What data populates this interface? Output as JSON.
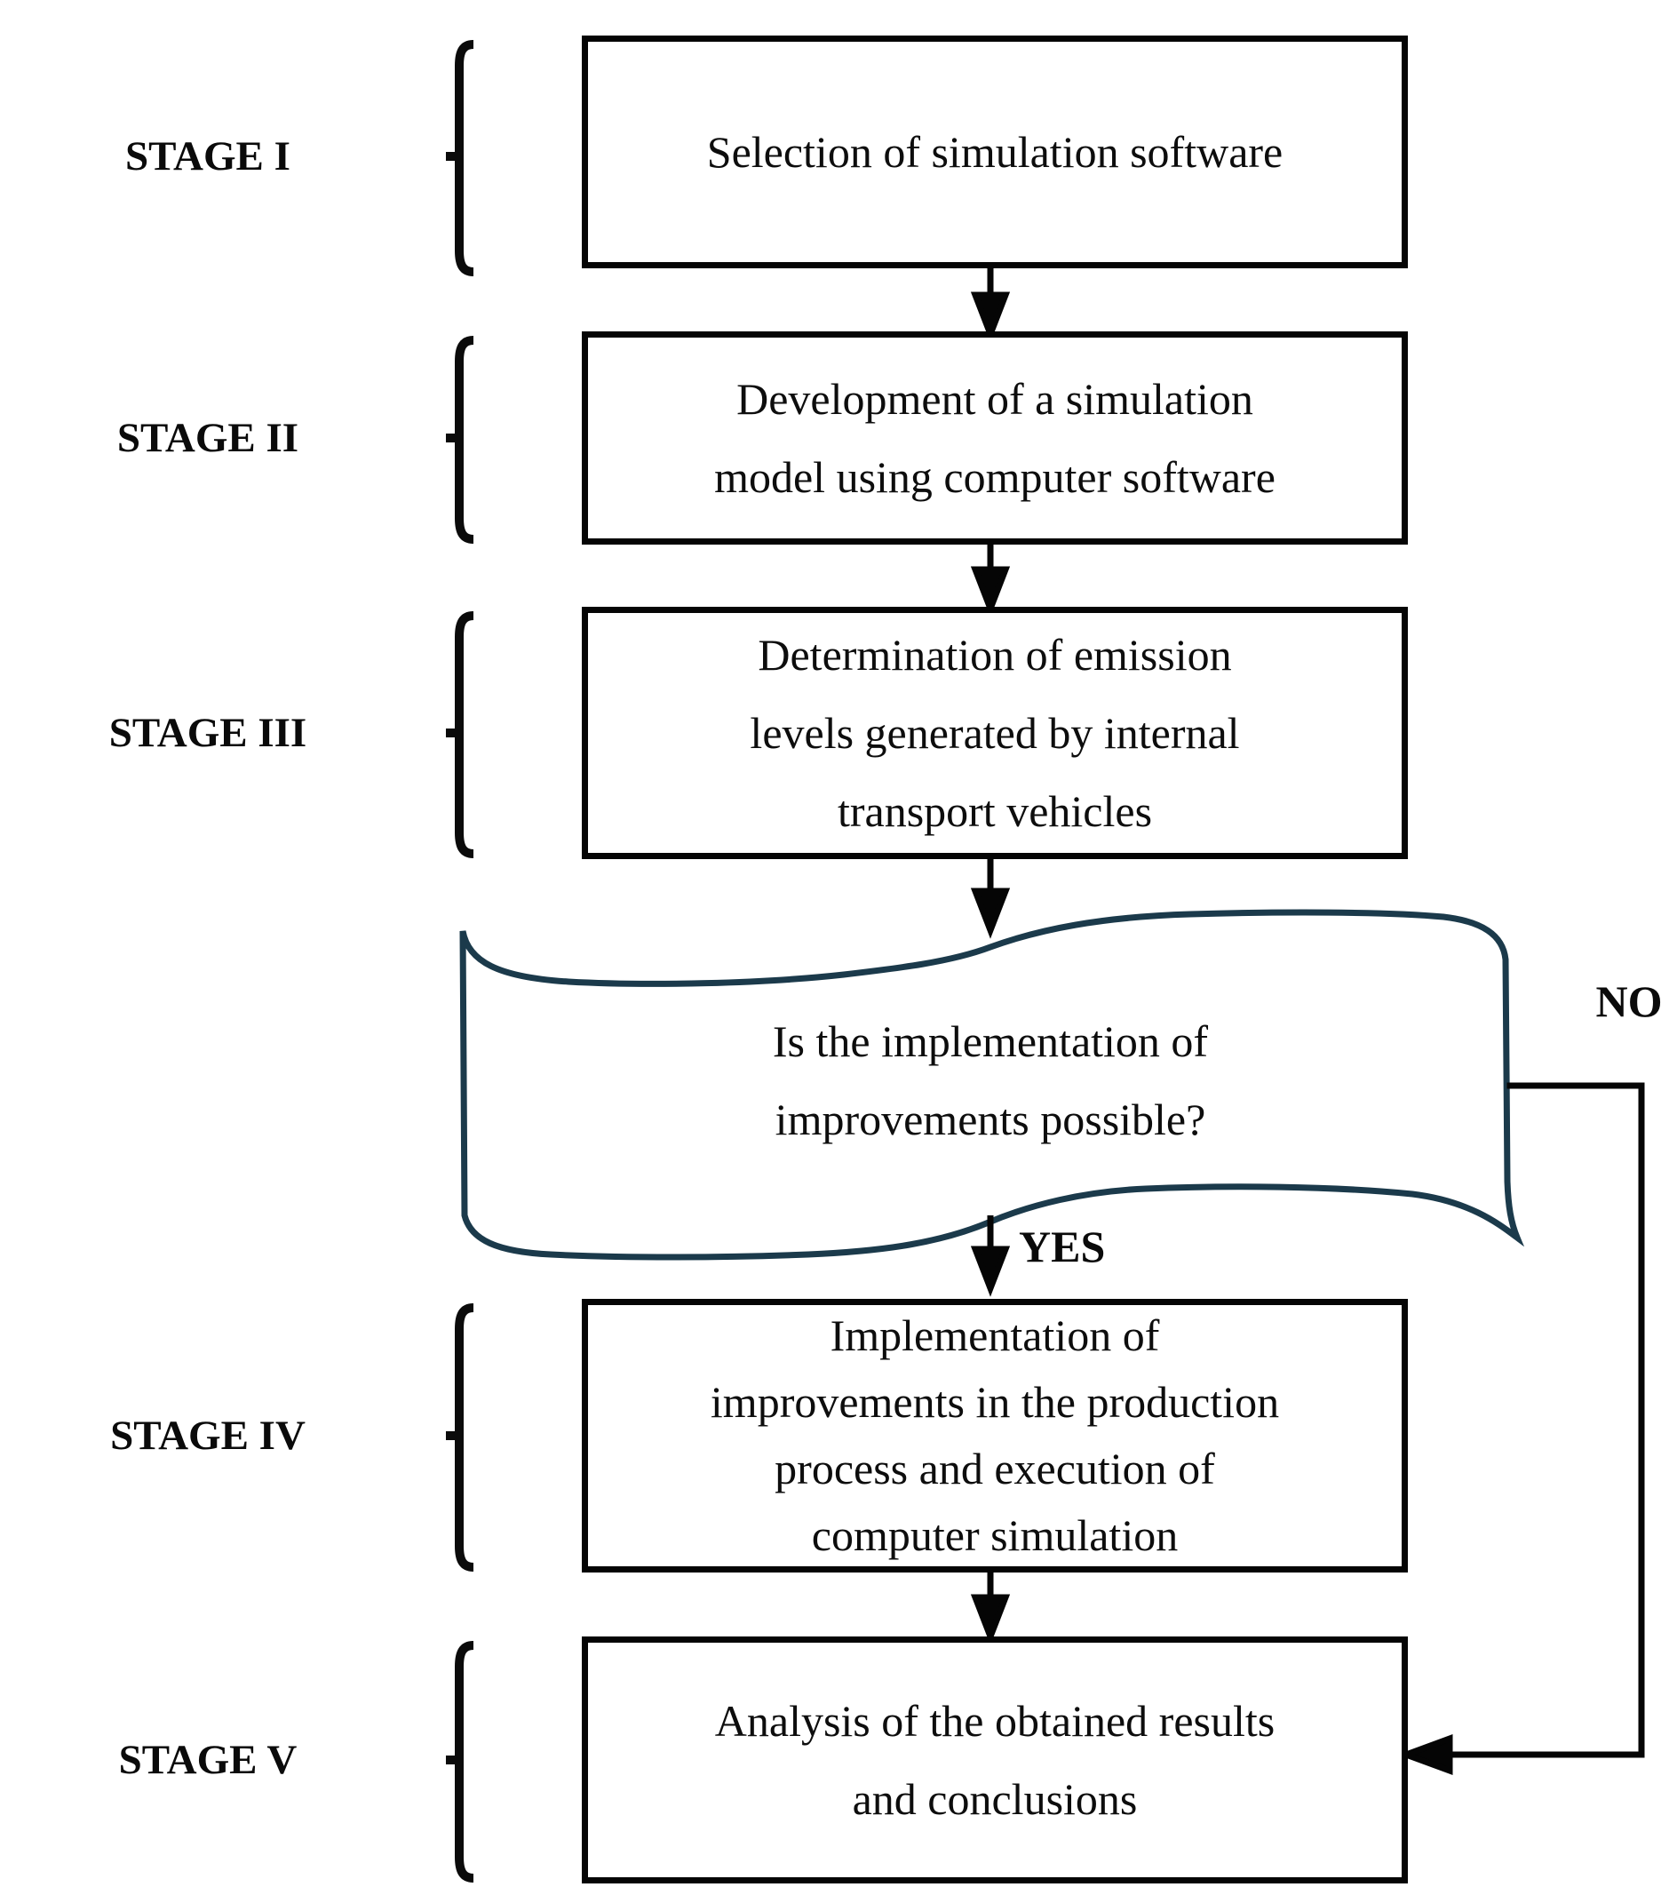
{
  "diagram": {
    "stages": [
      {
        "label": "STAGE I",
        "box": {
          "lines": [
            "Selection of simulation software"
          ]
        }
      },
      {
        "label": "STAGE II",
        "box": {
          "lines": [
            "Development of a simulation",
            "model using computer software"
          ]
        }
      },
      {
        "label": "STAGE III",
        "box": {
          "lines": [
            "Determination of emission",
            "levels generated by internal",
            "transport vehicles"
          ]
        }
      },
      {
        "label": "STAGE IV",
        "box": {
          "lines": [
            "Implementation of",
            "improvements in the production",
            "process and execution of",
            "computer simulation"
          ]
        }
      },
      {
        "label": "STAGE V",
        "box": {
          "lines": [
            "Analysis of the obtained results",
            "and conclusions"
          ]
        }
      }
    ],
    "decision": {
      "lines": [
        "Is the implementation of",
        "improvements possible?"
      ],
      "yes_label": "YES",
      "no_label": "NO"
    },
    "colors": {
      "wave_outline": "#1b3a4b",
      "line_color": "#050505"
    }
  }
}
